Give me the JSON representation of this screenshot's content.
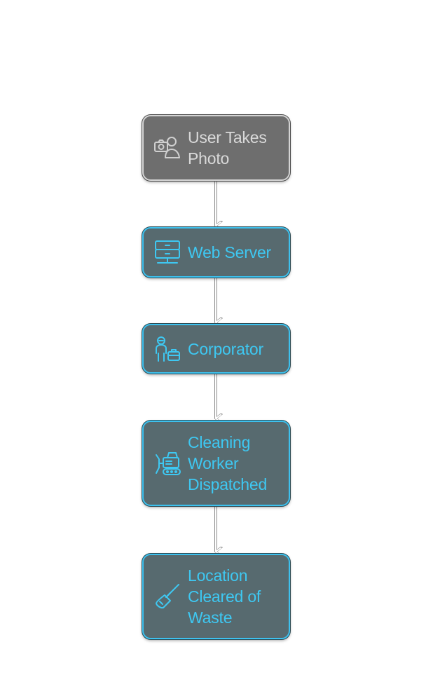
{
  "diagram": {
    "nodes": [
      {
        "id": "user-takes-photo",
        "label": "User Takes\nPhoto",
        "icon": "camera-person-icon",
        "style": "gray"
      },
      {
        "id": "web-server",
        "label": "Web Server",
        "icon": "server-icon",
        "style": "blue"
      },
      {
        "id": "corporator",
        "label": "Corporator",
        "icon": "official-briefcase-icon",
        "style": "blue"
      },
      {
        "id": "cleaning-worker-dispatched",
        "label": "Cleaning\nWorker\nDispatched",
        "icon": "bulldozer-icon",
        "style": "blue"
      },
      {
        "id": "location-cleared-of-waste",
        "label": "Location\nCleared of\nWaste",
        "icon": "broom-icon",
        "style": "blue"
      }
    ],
    "edges": [
      {
        "from": "user-takes-photo",
        "to": "web-server"
      },
      {
        "from": "web-server",
        "to": "corporator"
      },
      {
        "from": "corporator",
        "to": "cleaning-worker-dispatched"
      },
      {
        "from": "cleaning-worker-dispatched",
        "to": "location-cleared-of-waste"
      }
    ]
  },
  "colors": {
    "gray_fill": "#6e6e6e",
    "gray_text": "#d9d9d9",
    "blue_fill": "#576a6f",
    "blue_accent": "#3dc1ee"
  }
}
